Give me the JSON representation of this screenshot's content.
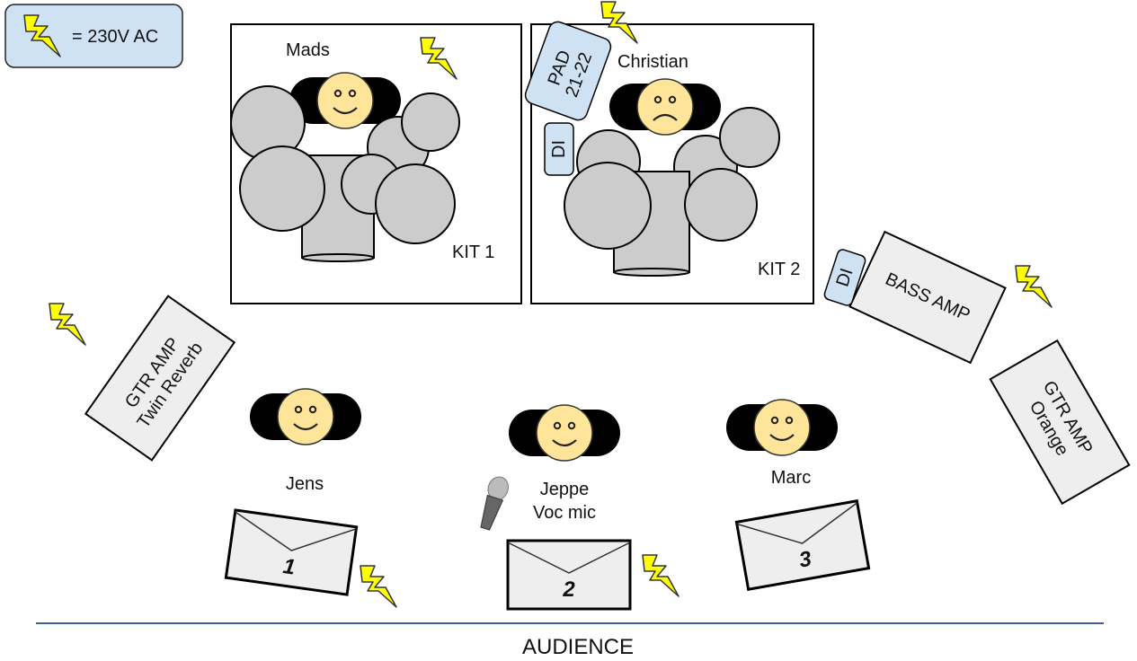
{
  "legend": {
    "label": "= 230V AC",
    "icon": "lightning-bolt-icon"
  },
  "kits": [
    {
      "label": "KIT 1",
      "drummer": "Mads"
    },
    {
      "label": "KIT 2",
      "drummer": "Christian"
    }
  ],
  "pad": {
    "line1": "PAD",
    "line2": "21-22"
  },
  "di_label": "DI",
  "bass_amp": {
    "label": "BASS AMP"
  },
  "guitar_amps": [
    {
      "line1": "GTR AMP",
      "line2": "Twin Reverb"
    },
    {
      "line1": "GTR AMP",
      "line2": "Orange"
    }
  ],
  "front_line": [
    {
      "name": "Jens",
      "monitor": "1"
    },
    {
      "name": "Jeppe",
      "note": "Voc mic",
      "monitor": "2"
    },
    {
      "name": "Marc",
      "monitor": "3"
    }
  ],
  "audience": "AUDIENCE",
  "colors": {
    "lightning": "#ffff00",
    "power_box": "#cfe2f3",
    "drum": "#cccccc",
    "amp": "#eeeeee",
    "face": "#ffe599",
    "audience_line": "#3d5f8f"
  }
}
